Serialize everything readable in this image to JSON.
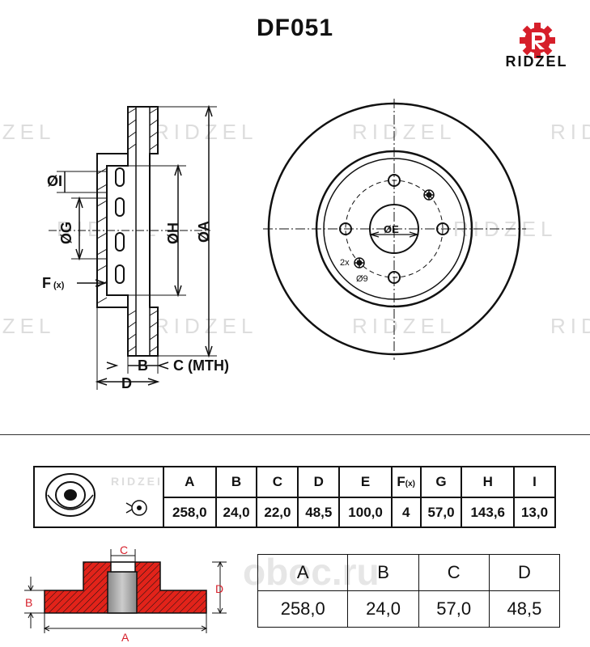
{
  "title": "DF051",
  "brand": {
    "name": "RIDZEL",
    "color": "#d61f2a"
  },
  "drawing_labels": {
    "dim_i": "ØI",
    "dim_g": "ØG",
    "dim_f": "F",
    "dim_f_sub": "(x)",
    "dim_h": "ØH",
    "dim_a": "ØA",
    "dim_b": "B",
    "dim_c": "C (MTH)",
    "dim_d": "D",
    "dim_e": "ØE",
    "holes_count": "2x",
    "holes_dia": "Ø9"
  },
  "watermark_text": "RIDZEL",
  "spec_table": {
    "headers": [
      "A",
      "B",
      "C",
      "D",
      "E",
      "F",
      "G",
      "H",
      "I"
    ],
    "f_sub": "(x)",
    "values": [
      "258,0",
      "24,0",
      "22,0",
      "48,5",
      "100,0",
      "4",
      "57,0",
      "143,6",
      "13,0"
    ]
  },
  "section": {
    "label_a": "A",
    "label_b": "B",
    "label_c": "C",
    "label_d": "D",
    "fill_color": "#e2231a"
  },
  "summary_table": {
    "headers": [
      "A",
      "B",
      "C",
      "D"
    ],
    "values": [
      "258,0",
      "24,0",
      "57,0",
      "48,5"
    ]
  },
  "overlay_text": "oboc.ru"
}
